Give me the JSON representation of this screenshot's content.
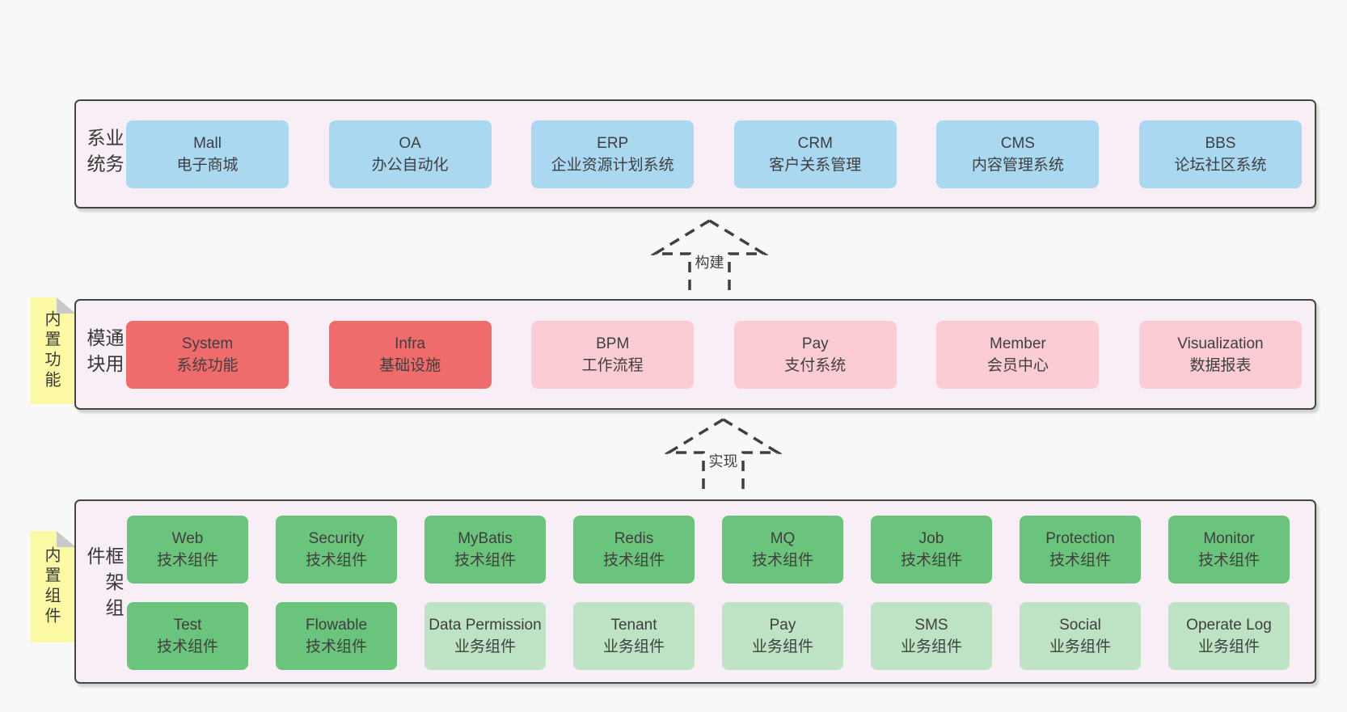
{
  "colors": {
    "background": "#f8f8f8",
    "panel_bg": "#f7eef6",
    "panel_border": "#454545",
    "blue": "#aad8f1",
    "red": "#f06b6b",
    "pink": "#fbccd4",
    "green": "#6bc47b",
    "lightgreen": "#bde3c4",
    "note_yellow": "#fbf9a4",
    "note_fold": "#c9c9c9",
    "text": "#3f3f3f"
  },
  "bands": [
    {
      "label": "业务系统",
      "boxes": [
        {
          "title": "Mall",
          "subtitle": "电子商城",
          "variant": "blue"
        },
        {
          "title": "OA",
          "subtitle": "办公自动化",
          "variant": "blue"
        },
        {
          "title": "ERP",
          "subtitle": "企业资源计划系统",
          "variant": "blue"
        },
        {
          "title": "CRM",
          "subtitle": "客户关系管理",
          "variant": "blue"
        },
        {
          "title": "CMS",
          "subtitle": "内容管理系统",
          "variant": "blue"
        },
        {
          "title": "BBS",
          "subtitle": "论坛社区系统",
          "variant": "blue"
        }
      ]
    },
    {
      "label": "通用模块",
      "note": "内置功能",
      "boxes": [
        {
          "title": "System",
          "subtitle": "系统功能",
          "variant": "red"
        },
        {
          "title": "Infra",
          "subtitle": "基础设施",
          "variant": "red"
        },
        {
          "title": "BPM",
          "subtitle": "工作流程",
          "variant": "pink"
        },
        {
          "title": "Pay",
          "subtitle": "支付系统",
          "variant": "pink"
        },
        {
          "title": "Member",
          "subtitle": "会员中心",
          "variant": "pink"
        },
        {
          "title": "Visualization",
          "subtitle": "数据报表",
          "variant": "pink"
        }
      ]
    },
    {
      "label": "框架组件",
      "note": "内置组件",
      "rows": [
        [
          {
            "title": "Web",
            "subtitle": "技术组件",
            "variant": "green"
          },
          {
            "title": "Security",
            "subtitle": "技术组件",
            "variant": "green"
          },
          {
            "title": "MyBatis",
            "subtitle": "技术组件",
            "variant": "green"
          },
          {
            "title": "Redis",
            "subtitle": "技术组件",
            "variant": "green"
          },
          {
            "title": "MQ",
            "subtitle": "技术组件",
            "variant": "green"
          },
          {
            "title": "Job",
            "subtitle": "技术组件",
            "variant": "green"
          },
          {
            "title": "Protection",
            "subtitle": "技术组件",
            "variant": "green"
          },
          {
            "title": "Monitor",
            "subtitle": "技术组件",
            "variant": "green"
          }
        ],
        [
          {
            "title": "Test",
            "subtitle": "技术组件",
            "variant": "green"
          },
          {
            "title": "Flowable",
            "subtitle": "技术组件",
            "variant": "green"
          },
          {
            "title": "Data Permission",
            "subtitle": "业务组件",
            "variant": "lightgreen"
          },
          {
            "title": "Tenant",
            "subtitle": "业务组件",
            "variant": "lightgreen"
          },
          {
            "title": "Pay",
            "subtitle": "业务组件",
            "variant": "lightgreen"
          },
          {
            "title": "SMS",
            "subtitle": "业务组件",
            "variant": "lightgreen"
          },
          {
            "title": "Social",
            "subtitle": "业务组件",
            "variant": "lightgreen"
          },
          {
            "title": "Operate Log",
            "subtitle": "业务组件",
            "variant": "lightgreen"
          }
        ]
      ]
    }
  ],
  "arrows": [
    {
      "label": "构建"
    },
    {
      "label": "实现"
    }
  ]
}
